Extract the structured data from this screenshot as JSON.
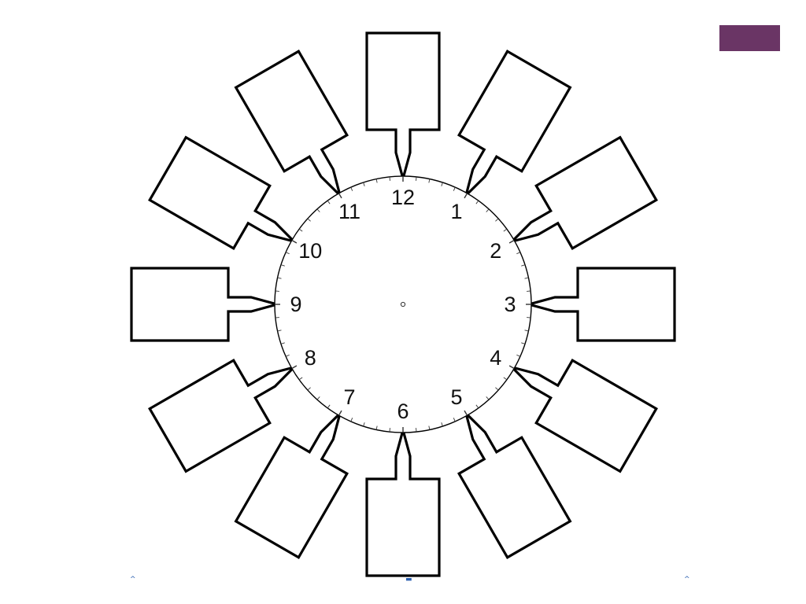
{
  "accent_color": "#6a3565",
  "clock": {
    "hours": [
      {
        "hour": 12,
        "label": "12"
      },
      {
        "hour": 1,
        "label": "1"
      },
      {
        "hour": 2,
        "label": "2"
      },
      {
        "hour": 3,
        "label": "3"
      },
      {
        "hour": 4,
        "label": "4"
      },
      {
        "hour": 5,
        "label": "5"
      },
      {
        "hour": 6,
        "label": "6"
      },
      {
        "hour": 7,
        "label": "7"
      },
      {
        "hour": 8,
        "label": "8"
      },
      {
        "hour": 9,
        "label": "9"
      },
      {
        "hour": 10,
        "label": "10"
      },
      {
        "hour": 11,
        "label": "11"
      }
    ],
    "minute_ticks": 60,
    "callout_count": 12
  },
  "footer_marks": {
    "left": "^",
    "center": "▬",
    "right": "^"
  }
}
